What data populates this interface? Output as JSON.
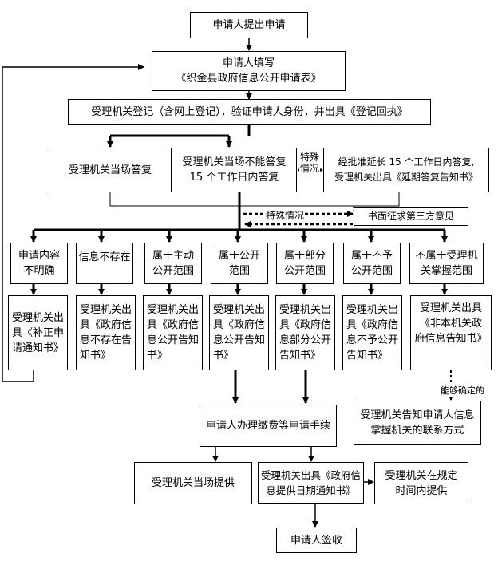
{
  "nodes": {
    "apply": "申请人提出申请",
    "fill_1": "申请人填写",
    "fill_2": "《织金县政府信息公开申请表》",
    "register": "受理机关登记（含网上登记），验证申请人身份，并出具《登记回执》",
    "reply_onsite": "受理机关当场答复",
    "reply_15_1": "受理机关当场不能答复",
    "reply_15_2": "15 个工作日内答复",
    "extend_1": "经批准延长 15 个工作日内答复,",
    "extend_2": "受理机关出具《延期答复告知书》",
    "third_party": "书面征求第三方意见",
    "unclear_1": "申请内容",
    "unclear_2": "不明确",
    "notexist": "信息不存在",
    "active_1": "属于主动",
    "active_2": "公开范围",
    "public_1": "属于公开",
    "public_2": "范围",
    "partial_1": "属于部分",
    "partial_2": "公开范围",
    "nondisc_1": "属于不予",
    "nondisc_2": "公开范围",
    "notours_1": "不属于受理机",
    "notours_2": "关掌握范围",
    "doc_unclear_1": "受理机关出",
    "doc_unclear_2": "具《补正申",
    "doc_unclear_3": "请通知书》",
    "doc_notexist_1": "受理机关出",
    "doc_notexist_2": "具《政府信",
    "doc_notexist_3": "息不存在告",
    "doc_notexist_4": "知书》",
    "doc_active_1": "受理机关出",
    "doc_active_2": "具《政府信",
    "doc_active_3": "息公开告知",
    "doc_active_4": "书》",
    "doc_public_1": "受理机关出",
    "doc_public_2": "具《政府信",
    "doc_public_3": "息公开告知",
    "doc_public_4": "书》",
    "doc_partial_1": "受理机关出",
    "doc_partial_2": "具《政府信",
    "doc_partial_3": "息部分公开",
    "doc_partial_4": "告知书》",
    "doc_nondisc_1": "受理机关出",
    "doc_nondisc_2": "具《政府信",
    "doc_nondisc_3": "息不予公开",
    "doc_nondisc_4": "告知书》",
    "doc_notours_1": "受理机关出具",
    "doc_notours_2": "《非本机关政",
    "doc_notours_3": "府信息告知书》",
    "inform_1": "受理机关告知申请人信息",
    "inform_2": "掌握机关的联系方式",
    "fee": "申请人办理缴费等申请手续",
    "provide_onsite": "受理机关当场提供",
    "notice_date_1": "受理机关出具《政府信",
    "notice_date_2": "息提供日期通知书》",
    "provide_time_1": "受理机关在规定",
    "provide_time_2": "时间内提供",
    "sign": "申请人签收"
  },
  "labels": {
    "special_1": "特殊",
    "special_2": "情况",
    "special_inline": "特殊情况",
    "can_determine": "能够确定的"
  }
}
